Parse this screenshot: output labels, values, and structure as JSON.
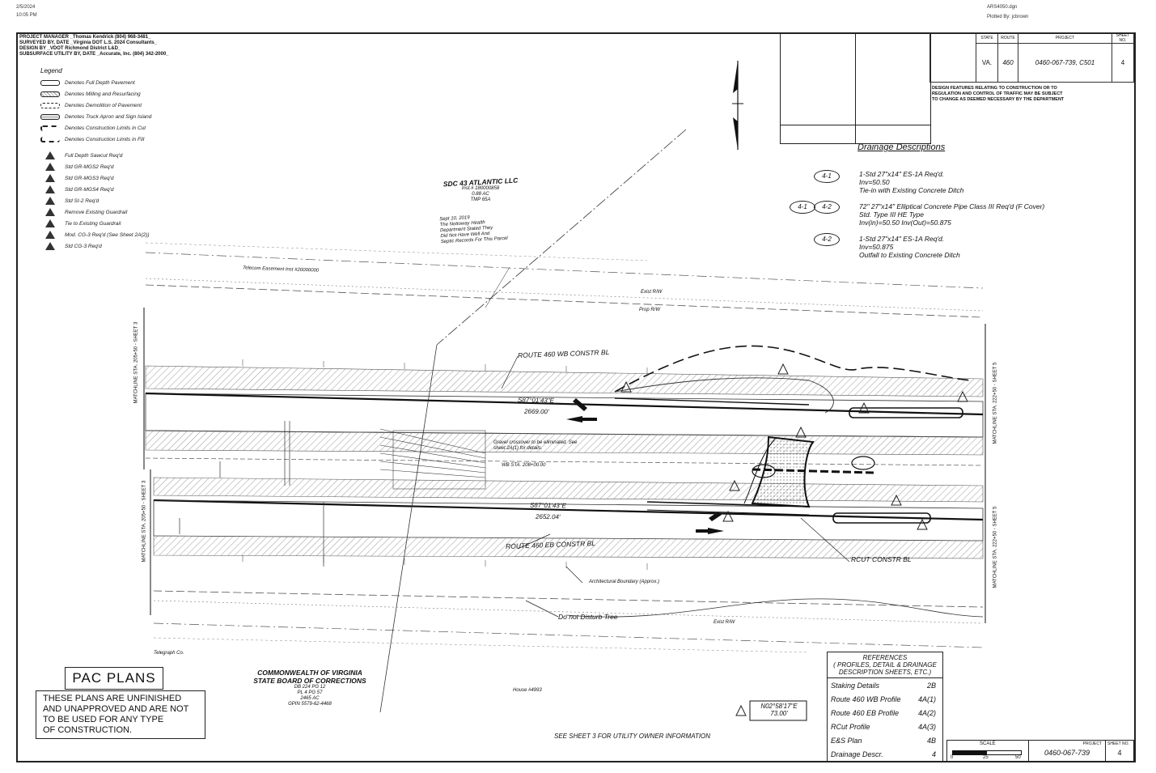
{
  "header": {
    "date": "2/5/2024",
    "time": "10:05 PM",
    "file": "ARS4050.dgn",
    "plotted_by": "Plotted By: jcbrown"
  },
  "project_info": [
    "PROJECT MANAGER _Thomas Kendrick (804) 968-3481_",
    "SURVEYED BY, DATE _Virginia DOT L.S. 2024 Consultants_",
    "DESIGN BY _VDOT Richmond District L&D_",
    "SUBSURFACE UTILITY BY, DATE _Accurate, Inc. (804) 342-2000_"
  ],
  "legend": {
    "title": "Legend",
    "pavement_items": [
      "Denotes Full Depth Pavement",
      "Denotes Milling and Resurfacing",
      "Denotes Demolition of Pavement",
      "Denotes Truck Apron and Sign Island",
      "Denotes Construction Limits in Cut",
      "Denotes Construction Limits in Fill"
    ],
    "note_items": [
      "Full Depth Sawcut Req'd",
      "Std GR-MGS2 Req'd",
      "Std GR-MGS3 Req'd",
      "Std GR-MGS4 Req'd",
      "Std SI-2 Req'd",
      "Remove Existing Guardrail",
      "Tie to Existing Guardrail",
      "Mod. CG-3 Req'd (See Sheet 2A(2))",
      "Std CG-3 Req'd"
    ]
  },
  "title_block": {
    "state": "VA.",
    "route": "460",
    "project": "0460-067-739, C501",
    "sheet": "4",
    "col_state": "STATE",
    "col_route": "ROUTE",
    "col_project": "PROJECT",
    "col_sheet": "SHEET NO.",
    "design_note": "DESIGN FEATURES RELATING TO CONSTRUCTION OR TO REGULATION AND CONTROL OF TRAFFIC MAY BE SUBJECT TO CHANGE AS DEEMED NECESSARY BY THE DEPARTMENT"
  },
  "drainage": {
    "title": "Drainage Descriptions",
    "items": [
      {
        "tags": [
          "4-1"
        ],
        "lines": [
          "1-Std 27\"x14\" ES-1A Req'd.",
          "Inv=50.50",
          "Tie-in with Existing Concrete Ditch"
        ]
      },
      {
        "tags": [
          "4-1",
          "4-2"
        ],
        "lines": [
          "72\" 27\"x14\" Elliptical Concrete Pipe Class III Req'd (F Cover)",
          "Std. Type III HE Type",
          "Inv(in)=50.50   Inv(Out)=50.875"
        ]
      },
      {
        "tags": [
          "4-2"
        ],
        "lines": [
          "1-Std 27\"x14\" ES-1A Req'd.",
          "Inv=50.875",
          "Outfall to Existing Concrete Ditch"
        ]
      }
    ]
  },
  "parcels": {
    "north_owner": "SDC 43 ATLANTIC LLC",
    "north_info": [
      "Inst.# 180000858",
      "0.88 AC",
      "TMP 65A"
    ],
    "north_notes": [
      "Sept 10, 2019",
      "The Nottoway Health",
      "Department Stated They",
      "Did Not Have Well And",
      "Septic Records For This Parcel"
    ],
    "south_owner_1": "COMMONWEALTH OF VIRGINIA",
    "south_owner_2": "STATE BOARD OF CORRECTIONS",
    "south_info": [
      "DB 224 PG 12",
      "PL 4 PG 57",
      "2465 AC",
      "GPIN 5579-62-4468"
    ]
  },
  "route_labels": {
    "wb": "ROUTE 460 WB CONSTR BL",
    "eb": "ROUTE 460 EB CONSTR BL",
    "rcut": "RCUT CONSTR BL",
    "wb_bearing": "S87°01'43\"E",
    "wb_length": "2669.00'",
    "eb_bearing": "S87°01'43\"E",
    "eb_length": "2652.04'",
    "match_left_top": "MATCHLINE STA. 205+50 - SHEET 3",
    "match_left_bot": "MATCHLINE STA. 205+50 - SHEET 3",
    "match_right_top": "MATCHLINE STA. 222+50 - SHEET 5",
    "match_right_bot": "MATCHLINE STA. 222+50 - SHEET 5"
  },
  "annotations": {
    "telecom": "Telecom Easement Inst #20000000",
    "do_not_disturb": "Do not Disturb Tree",
    "arch_boundary": "Architectural Boundary (Approx.)",
    "telegraph": "Telegraph Co.",
    "house": "House #4993",
    "exist_rw_top": "Exist R/W",
    "exist_rw_bot": "Exist R/W",
    "prop_rw": "Prop R/W",
    "gravel_note": "Gravel crossover to be eliminated. See sheet 2A(1) for details.",
    "wb_sta": "WB STA. 208+00.00",
    "bearing_box": "N02°58'17\"E",
    "bearing_dist": "73.00'",
    "utility_note": "SEE SHEET 3 FOR UTILITY OWNER INFORMATION"
  },
  "pac_plans": {
    "title": "PAC PLANS",
    "warning": [
      "THESE PLANS ARE UNFINISHED",
      "AND UNAPPROVED AND ARE NOT",
      "TO BE USED FOR ANY TYPE",
      "OF CONSTRUCTION."
    ]
  },
  "references": {
    "title": [
      "REFERENCES",
      "( PROFILES, DETAIL & DRAINAGE",
      "DESCRIPTION SHEETS, ETC.)"
    ],
    "rows": [
      {
        "label": "Staking Details",
        "sheet": "2B"
      },
      {
        "label": "Route 460 WB Profile",
        "sheet": "4A(1)"
      },
      {
        "label": "Route 460 EB Profile",
        "sheet": "4A(2)"
      },
      {
        "label": "RCut Profile",
        "sheet": "4A(3)"
      },
      {
        "label": "E&S Plan",
        "sheet": "4B"
      },
      {
        "label": "Drainage Descr.",
        "sheet": "4"
      }
    ]
  },
  "footer_block": {
    "scale": "SCALE",
    "scale_ticks": [
      "0",
      "25",
      "50"
    ],
    "project": "0460-067-739",
    "project_hdr": "PROJECT",
    "sheet_hdr": "SHEET NO.",
    "sheet": "4"
  },
  "colors": {
    "ink": "#111111",
    "line": "#333333",
    "hatch": "#9a9a9a"
  }
}
